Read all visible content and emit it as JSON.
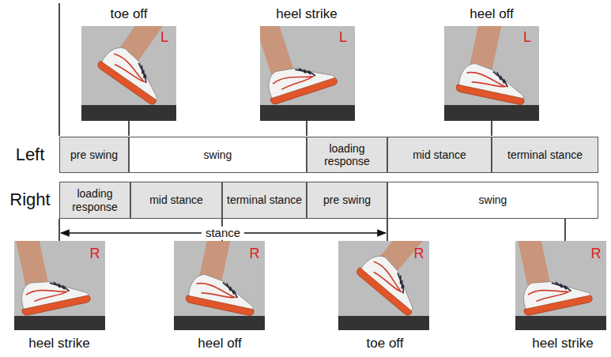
{
  "diagram": {
    "nodes": [
      {
        "text": [
          "pre swing"
        ]
      },
      {
        "text": [
          "swing"
        ]
      },
      {
        "text": [
          "loading response"
        ]
      },
      {
        "text": [
          "mid stance"
        ]
      },
      {
        "text": [
          "terminal stance"
        ]
      },
      {
        "text": [
          "loading response"
        ]
      },
      {
        "text": [
          "mid stance"
        ]
      },
      {
        "text": [
          "terminal stance"
        ]
      },
      {
        "text": [
          "pre swing"
        ]
      },
      {
        "text": [
          "swing"
        ]
      }
    ],
    "labels": [
      "toe off",
      "heel strike",
      "heel off",
      "L",
      "L",
      "L",
      "Left",
      "Right",
      "R",
      "R",
      "R",
      "R",
      "heel strike",
      "heel off",
      "toe off",
      "heel strike",
      "stance"
    ]
  }
}
